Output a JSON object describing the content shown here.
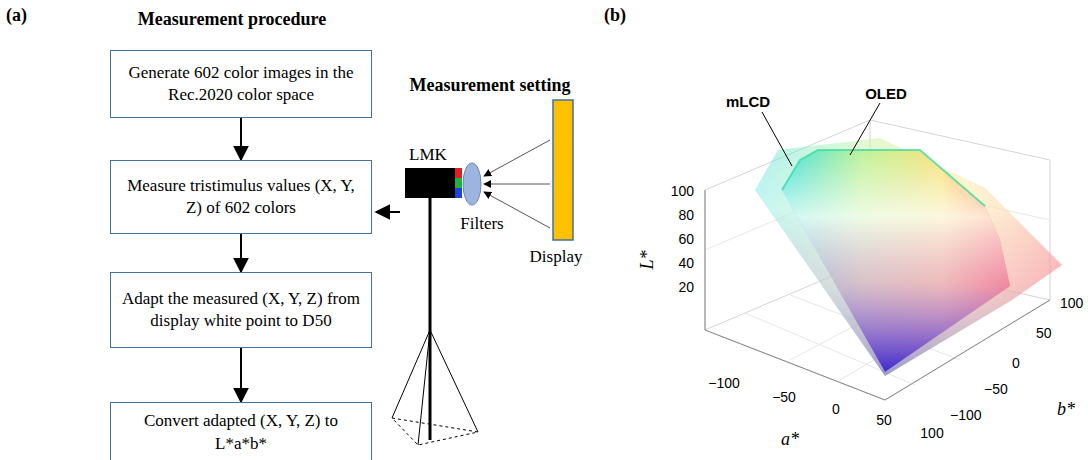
{
  "diagram": {
    "nodes": [
      {
        "text": [
          "Generate 602 color images in the Rec.2020 color space"
        ]
      },
      {
        "text": [
          "Measure tristimulus values (X, Y, Z) of 602 colors"
        ]
      },
      {
        "text": [
          "Adapt the measured (X, Y, Z) from display white point to D50"
        ]
      },
      {
        "text": [
          "Convert adapted (X, Y, Z) to L*a*b*"
        ]
      }
    ],
    "edges": [
      {
        "from": 0,
        "to": 1,
        "arrow": "to"
      },
      {
        "from": 1,
        "to": 2,
        "arrow": "to"
      },
      {
        "from": 2,
        "to": 3,
        "arrow": "to"
      }
    ],
    "labels": [
      "(a)",
      "Measurement procedure",
      "Measurement setting",
      "LMK",
      "Filters",
      "Display",
      "(b)",
      "mLCD",
      "OLED",
      "L*",
      "a*",
      "b*",
      "100",
      "80",
      "60",
      "40",
      "20",
      "−100",
      "−50",
      "0",
      "50",
      "100",
      "100",
      "50",
      "0",
      "−50",
      "−100"
    ]
  }
}
